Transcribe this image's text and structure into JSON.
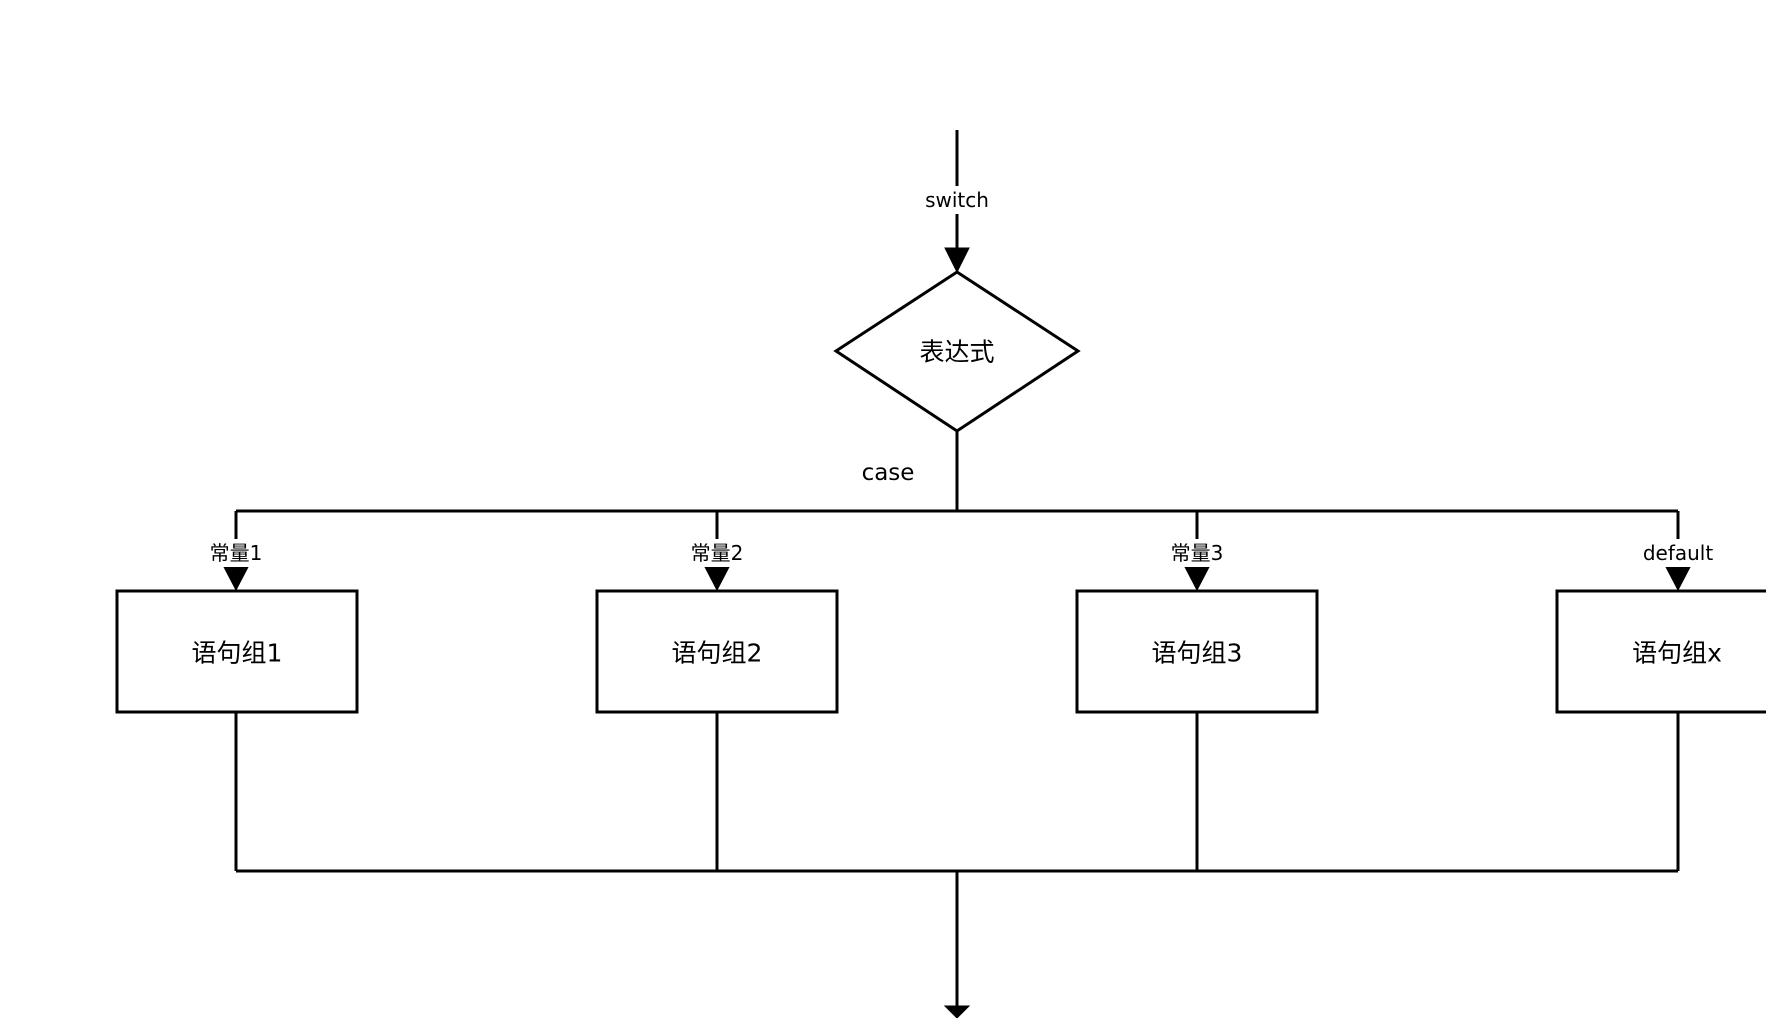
{
  "flow": {
    "entry_label": "switch",
    "decision_label": "表达式",
    "case_label": "case",
    "branches": [
      {
        "edge_label": "常量1",
        "block_label": "语句组1"
      },
      {
        "edge_label": "常量2",
        "block_label": "语句组2"
      },
      {
        "edge_label": "常量3",
        "block_label": "语句组3"
      },
      {
        "edge_label": "default",
        "block_label": "语句组x"
      }
    ]
  },
  "colors": {
    "stroke": "#000000",
    "background": "#ffffff"
  }
}
